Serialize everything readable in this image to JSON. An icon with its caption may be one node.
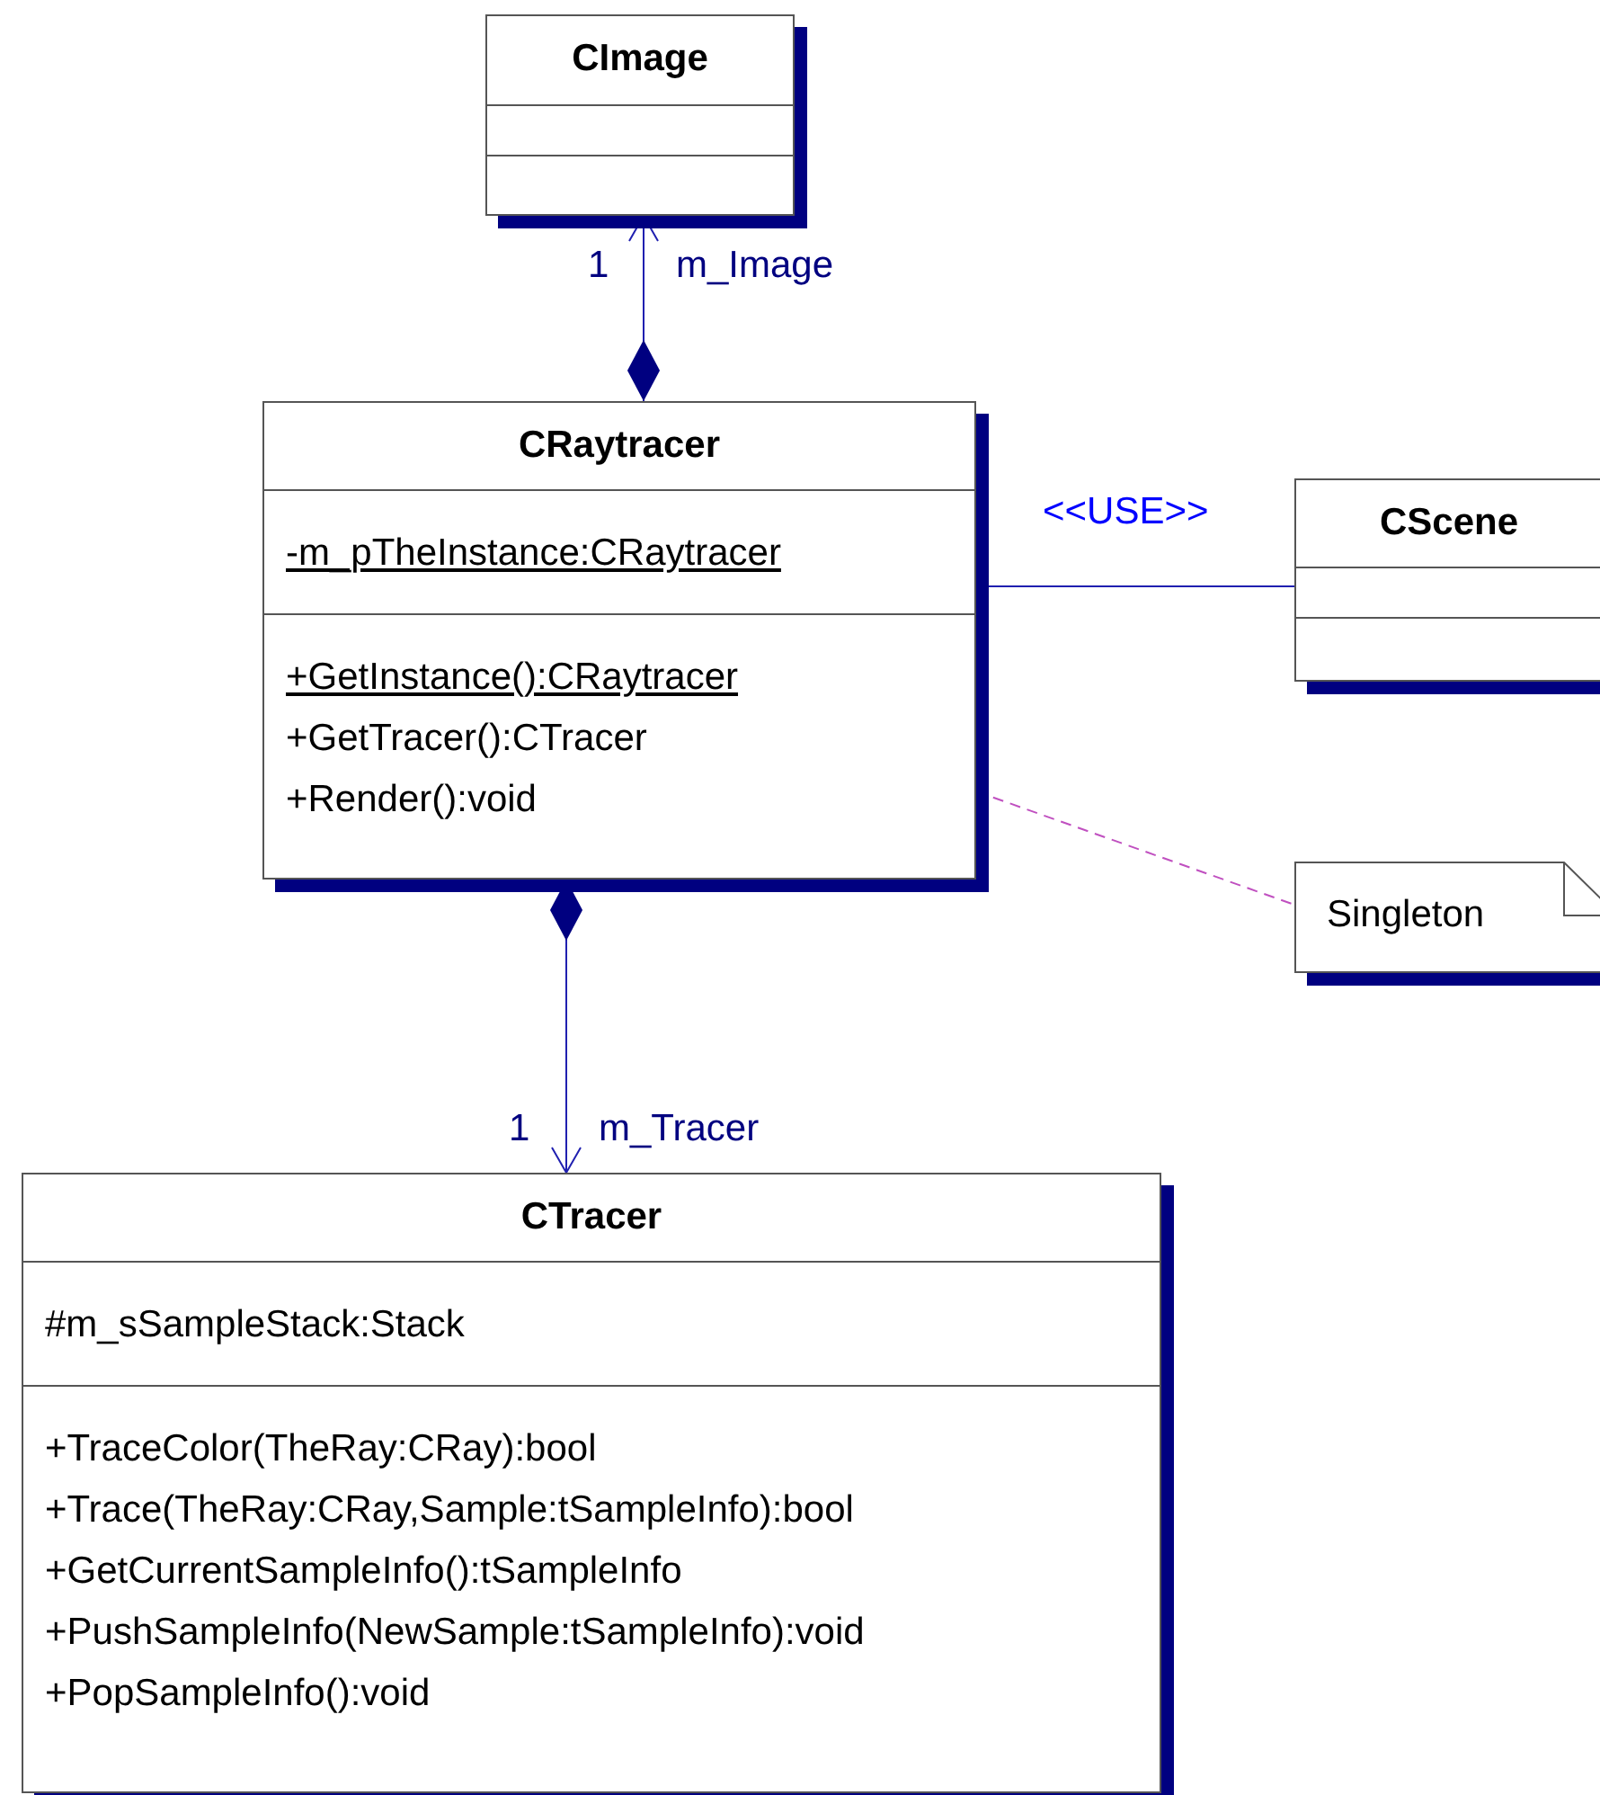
{
  "diagram": {
    "nodes": [
      {
        "text": [
          "CImage"
        ]
      },
      {
        "text": [
          "CRaytracer",
          "-m_pTheInstance:CRaytracer",
          "+GetInstance():CRaytracer",
          "+GetTracer():CTracer",
          "+Render():void"
        ]
      },
      {
        "text": [
          "CScene"
        ]
      },
      {
        "text": [
          "Singleton"
        ]
      },
      {
        "text": [
          "CTracer",
          "#m_sSampleStack:Stack",
          "+TraceColor(TheRay:CRay):bool",
          "+Trace(TheRay:CRay,Sample:tSampleInfo):bool",
          "+GetCurrentSampleInfo():tSampleInfo",
          "+PushSampleInfo(NewSample:tSampleInfo):void",
          "+PopSampleInfo():void"
        ]
      }
    ],
    "edges": [
      {
        "from": 1,
        "to": 0,
        "arrow": "to",
        "label": "m_Image"
      },
      {
        "from": 1,
        "to": 4,
        "arrow": "to",
        "label": "m_Tracer"
      },
      {
        "from": 1,
        "to": 2,
        "arrow": "none",
        "label": "<<USE>>"
      },
      {
        "from": 1,
        "to": 3,
        "arrow": "none",
        "style": "dashed",
        "color": "#c050c0"
      }
    ],
    "labels": [
      "1",
      "1"
    ]
  }
}
